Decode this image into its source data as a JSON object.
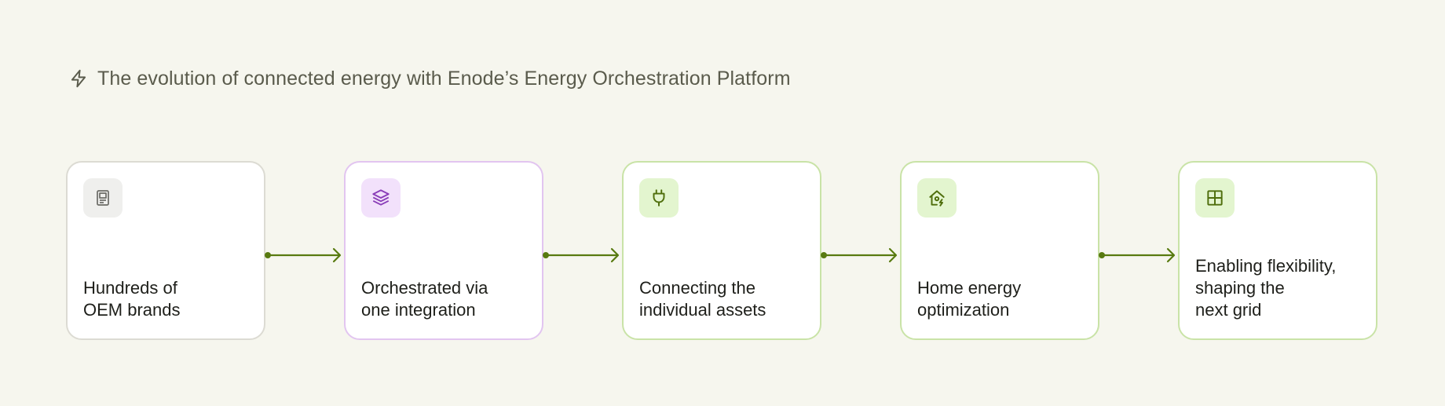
{
  "header": {
    "icon": "lightning-bolt-icon",
    "title": "The evolution of connected energy with Enode’s Energy Orchestration Platform"
  },
  "colors": {
    "background": "#f6f6ee",
    "arrow": "#587a10",
    "gray_border": "#dcdbd3",
    "purple_border": "#e2c5f0",
    "green_border": "#c9e3a7"
  },
  "steps": [
    {
      "label": "Hundreds of\nOEM brands",
      "icon": "device-icon",
      "theme": "gray"
    },
    {
      "label": "Orchestrated via\none integration",
      "icon": "layers-icon",
      "theme": "purple"
    },
    {
      "label": "Connecting the\nindividual assets",
      "icon": "plug-icon",
      "theme": "green"
    },
    {
      "label": "Home energy\noptimization",
      "icon": "home-energy-icon",
      "theme": "green"
    },
    {
      "label": "Enabling flexibility,\nshaping the\nnext grid",
      "icon": "grid-icon",
      "theme": "green"
    }
  ]
}
